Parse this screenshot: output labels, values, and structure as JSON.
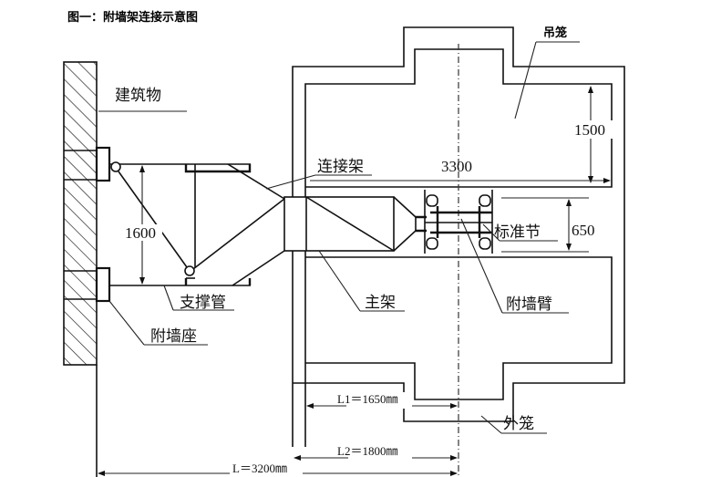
{
  "title": "图一：附墙架连接示意图",
  "labels": {
    "cage": "吊笼",
    "building": "建筑物",
    "connector_frame": "连接架",
    "standard_section": "标准节",
    "support_tube": "支撑管",
    "main_frame": "主架",
    "wall_arm": "附墙臂",
    "wall_seat": "附墙座",
    "outer_cage": "外笼"
  },
  "dimensions": {
    "cage_height": "1500",
    "cage_width": "3300",
    "frame_height": "1600",
    "section_size": "650",
    "L1": "L1＝1650㎜",
    "L2": "L2＝1800㎜",
    "L": "L＝3200㎜"
  }
}
